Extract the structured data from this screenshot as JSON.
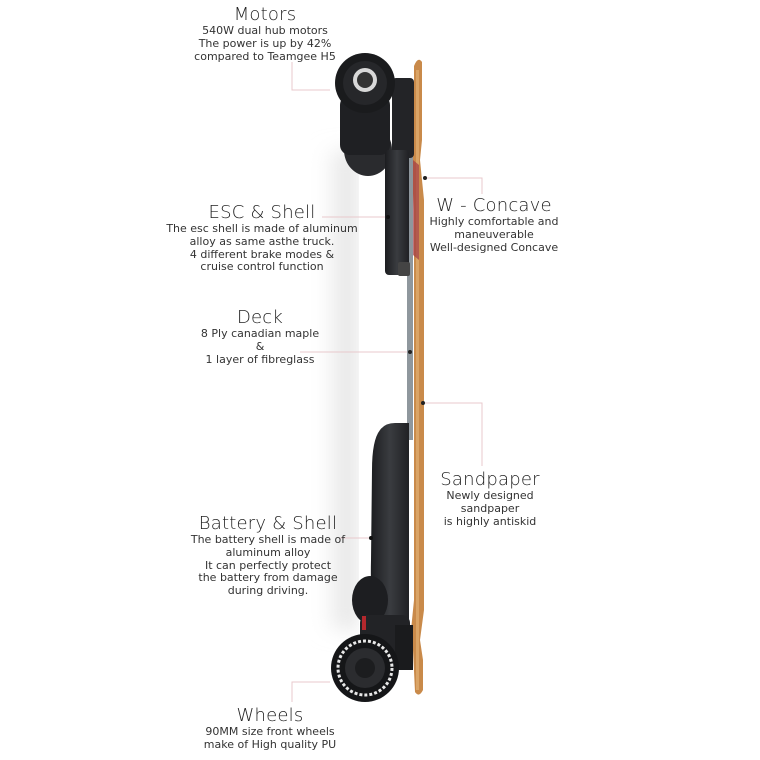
{
  "callouts": {
    "motors": {
      "title": "Motors",
      "lines": [
        "540W dual hub motors",
        "The power is up by 42%",
        "compared to Teamgee H5"
      ]
    },
    "esc": {
      "title": "ESC & Shell",
      "lines": [
        "The esc shell is made of aluminum",
        "alloy as same asthe  truck.",
        "4 different brake modes  &",
        "cruise control function"
      ]
    },
    "concave": {
      "title": "W - Concave",
      "lines": [
        "Highly comfortable and",
        "maneuverable",
        "Well-designed Concave"
      ]
    },
    "deck": {
      "title": "Deck",
      "lines": [
        "8 Ply canadian maple",
        "&",
        "1 layer of fibreglass"
      ]
    },
    "sandpaper": {
      "title": "Sandpaper",
      "lines": [
        "Newly designed",
        "sandpaper",
        "is highly antiskid"
      ]
    },
    "battery": {
      "title": "Battery & Shell",
      "lines": [
        "The battery shell is made of",
        "aluminum alloy",
        "It can perfectly protect",
        "the battery from damage",
        "during driving."
      ]
    },
    "wheels": {
      "title": "Wheels",
      "lines": [
        "90MM size front wheels",
        "make of  High quality PU"
      ]
    }
  },
  "colors": {
    "leader": "#e8c9cc",
    "wood": "#c98a4a",
    "shell": "#2a2b2e",
    "grip": "#8f979d"
  }
}
